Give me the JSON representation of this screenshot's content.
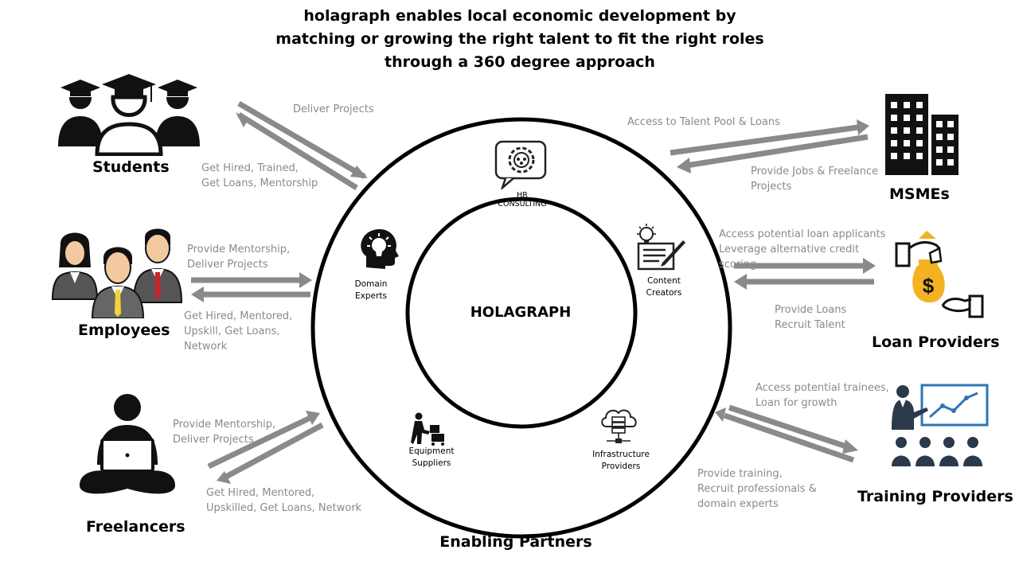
{
  "title": {
    "line1": "holagraph enables local economic development by",
    "line2": "matching or growing the right talent to fit the right roles",
    "line3": "through a 360 degree approach"
  },
  "center": "HOLAGRAPH",
  "ring_caption": "Enabling Partners",
  "partners": {
    "hr": "HR\nCONSULTING",
    "domain": "Domain\nExperts",
    "content": "Content\nCreators",
    "equipment": "Equipment\nSuppliers",
    "infra": "Infrastructure\nProviders"
  },
  "stakeholders": {
    "students": "Students",
    "employees": "Employees",
    "freelancers": "Freelancers",
    "msmes": "MSMEs",
    "loan": "Loan Providers",
    "training": "Training Providers"
  },
  "flows": {
    "students_out": "Deliver Projects",
    "students_in": "Get Hired, Trained,\nGet Loans, Mentorship",
    "employees_out": "Provide Mentorship,\nDeliver Projects",
    "employees_in": "Get Hired, Mentored,\nUpskill, Get Loans,\nNetwork",
    "freelancers_out": "Provide Mentorship,\nDeliver Projects",
    "freelancers_in": "Get Hired, Mentored,\nUpskilled, Get Loans, Network",
    "msmes_in": "Access to Talent Pool & Loans",
    "msmes_out": "Provide Jobs & Freelance\nProjects",
    "loan_in": "Access potential loan applicants\nLeverage alternative credit\nscoring",
    "loan_out": "Provide  Loans\nRecruit Talent",
    "training_in": "Access potential trainees,\nLoan for  growth",
    "training_out": "Provide training,\nRecruit professionals &\ndomain experts"
  },
  "colors": {
    "arrow": "#7f7f7f",
    "flow_text": "#8a8a8a",
    "icon": "#1a1a1a",
    "skin": "#f3c9a0",
    "coin": "#f4b223",
    "chart_blue": "#2e75b6"
  }
}
